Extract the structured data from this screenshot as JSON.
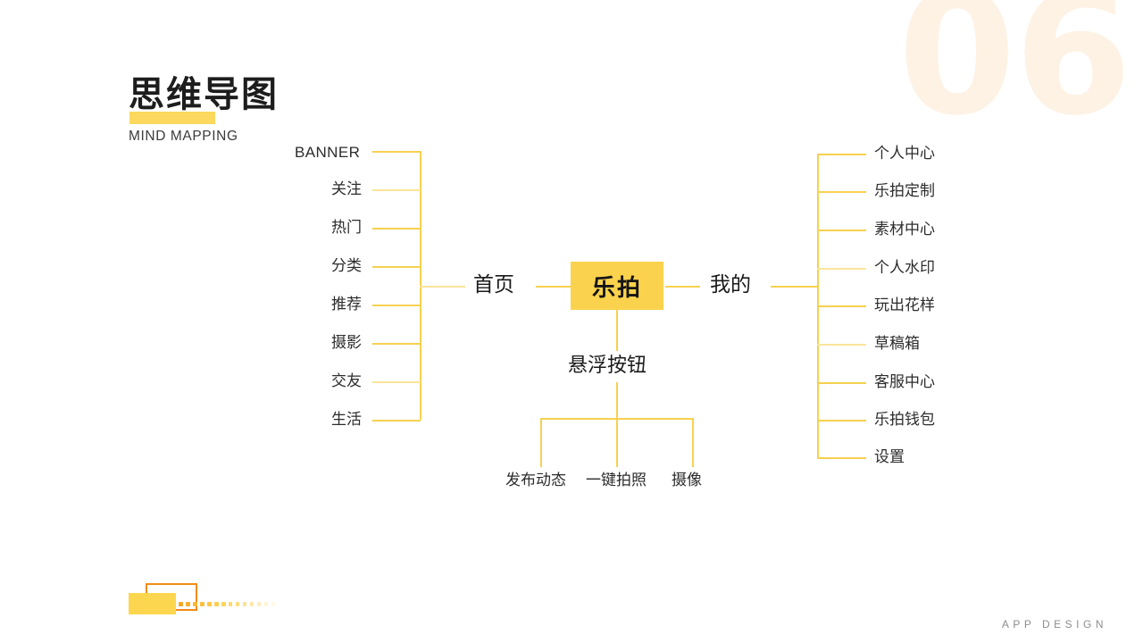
{
  "slide": {
    "number_watermark": "06",
    "title": "思维导图",
    "subtitle": "MIND MAPPING",
    "footer": "APP  DESIGN"
  },
  "colors": {
    "accent_yellow": "#fbd24d",
    "line_yellow": "#f6d14f",
    "line_yellow_soft": "#fae49a",
    "deco_orange": "#f08c18",
    "watermark": "#fdf2e4",
    "text": "#2c2c2c"
  },
  "mindmap": {
    "root": "乐拍",
    "branches": [
      {
        "key": "home",
        "label": "首页",
        "side": "left",
        "children": [
          "BANNER",
          "关注",
          "热门",
          "分类",
          "推荐",
          "摄影",
          "交友",
          "生活"
        ]
      },
      {
        "key": "mine",
        "label": "我的",
        "side": "right",
        "children": [
          "个人中心",
          "乐拍定制",
          "素材中心",
          "个人水印",
          "玩出花样",
          "草稿箱",
          "客服中心",
          "乐拍钱包",
          "设置"
        ]
      },
      {
        "key": "float-button",
        "label": "悬浮按钮",
        "side": "bottom",
        "children": [
          "发布动态",
          "一键拍照",
          "摄像"
        ]
      }
    ]
  },
  "decoration": {
    "dot_count": 14,
    "dot_colors": [
      "#f5a623",
      "#f8b02c",
      "#f9b833",
      "#fac03c",
      "#fbc844",
      "#fcce50",
      "#fcd35c",
      "#fdd86b",
      "#fddd7d",
      "#fee291",
      "#fee8a8",
      "#feeec0",
      "#fff3d6",
      "#fff8e8"
    ]
  }
}
